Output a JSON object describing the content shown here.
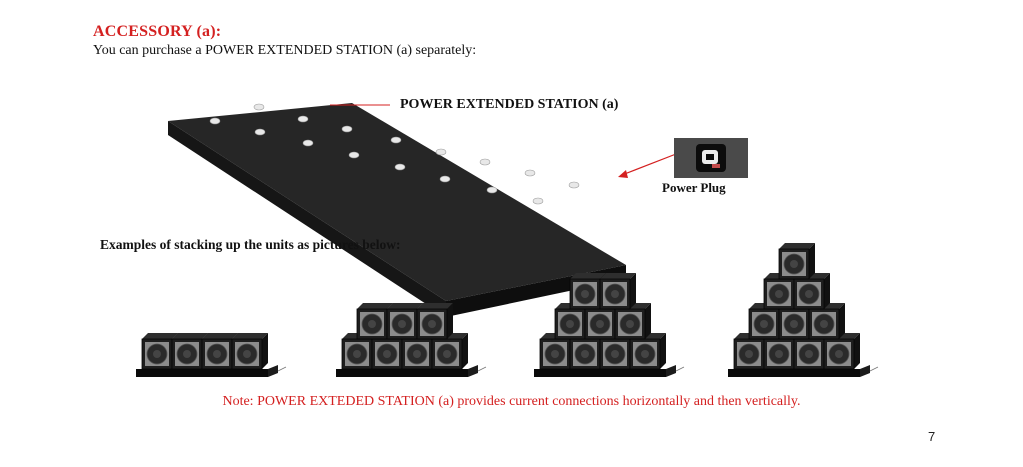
{
  "heading": "ACCESSORY (a):",
  "intro": "You can purchase a POWER EXTENDED STATION (a) separately:",
  "station_label": "POWER EXTENDED STATION (a)",
  "plug_label": "Power Plug",
  "examples_caption": "Examples of stacking up the units as pictures below:",
  "note": "Note: POWER EXTEDED STATION (a) provides current connections horizontally and then vertically.",
  "page_number": "7",
  "colors": {
    "accent_red": "#d42020",
    "station_body": "#1a1a1a",
    "plug_bg": "#4a4a4a"
  },
  "stacks": [
    {
      "rows": [
        4
      ]
    },
    {
      "rows": [
        4,
        3
      ]
    },
    {
      "rows": [
        4,
        3,
        2
      ]
    },
    {
      "rows": [
        4,
        3,
        2,
        1
      ]
    }
  ]
}
